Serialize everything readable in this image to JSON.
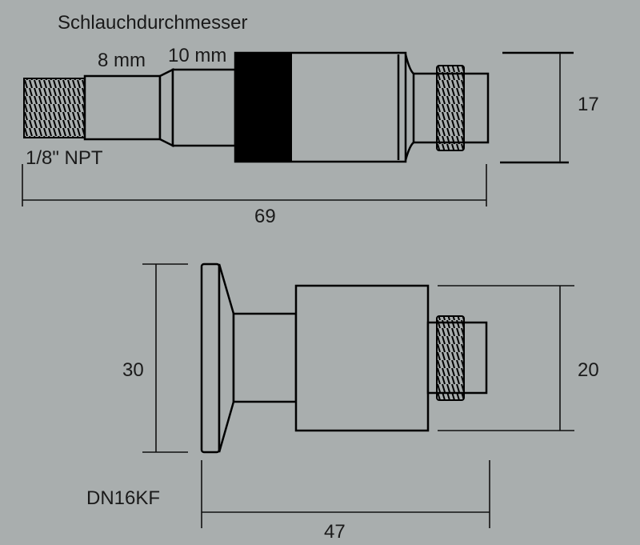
{
  "top_view": {
    "hose_diameter_label": "Schlauchdurchmesser",
    "hose_8": "8 mm",
    "hose_10": "10 mm",
    "thread_label": "1/8\" NPT",
    "dim_height": "17",
    "dim_length": "69"
  },
  "bottom_view": {
    "dim_flange": "30",
    "dim_body": "20",
    "flange_label": "DN16KF",
    "dim_length": "47"
  },
  "colors": {
    "background": "#a9aeae",
    "line": "#000000"
  }
}
